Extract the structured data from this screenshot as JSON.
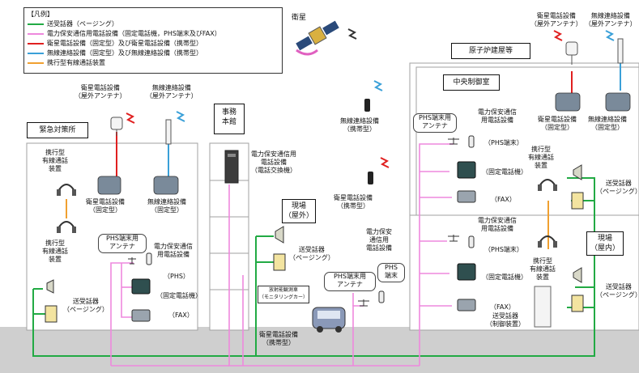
{
  "colors": {
    "paging": "#22aa44",
    "power_phone": "#ee88dd",
    "satellite": "#e02020",
    "wireless": "#3aa0d8",
    "portable": "#f0a030",
    "ground": "#cdcdcd"
  },
  "legend": {
    "title": "【凡例】",
    "items": [
      {
        "label": "送受話器（ページング）"
      },
      {
        "label": "電力保安通信用電話設備（固定電話機，PHS端末及びFAX）"
      },
      {
        "label": "衛星電話設備（固定型）及び衛星電話設備（携帯型）"
      },
      {
        "label": "無線連絡設備（固定型）及び無線連絡設備（携帯型）"
      },
      {
        "label": "携行型有線通話装置"
      }
    ]
  },
  "satellite": {
    "label": "衛星"
  },
  "emergency": {
    "title": "緊急対策所",
    "sat_antenna": "衛星電話設備\n（屋外アンテナ）",
    "wireless_antenna": "無線連絡設備\n（屋外アンテナ）",
    "portable_top": "携行型\n有線通話\n装置",
    "portable_bottom": "携行型\n有線通話\n装置",
    "sat_fixed": "衛星電話設備\n（固定型）",
    "wireless_fixed": "無線連絡設備\n（固定型）",
    "phs_antenna": "PHS端末用\nアンテナ",
    "power_phone": "電力保安通信\n用電話設備",
    "phs": "（PHS）",
    "fixed_phone": "（固定電話機）",
    "fax": "（FAX）",
    "paging": "送受話器\n（ページング）"
  },
  "office": {
    "title": "事務\n本館",
    "exchange": "電力保安通信用\n電話設備\n（電話交換機）"
  },
  "field_outdoor": {
    "wireless_portable": "無線連絡設備\n（携帯型）",
    "sat_portable": "衛星電話設備\n（携帯型）",
    "title": "現場\n（屋外）",
    "paging": "送受話器\n（ページング）",
    "power_phone": "電力保安\n通信用\n電話設備",
    "phs_antenna": "PHS端末用\nアンテナ",
    "phs_terminal": "PHS\n端末",
    "monitoring_car": "放射能観測車\n（モニタリングカー）",
    "sat_portable_bottom": "衛星電話設備\n（携帯型）"
  },
  "reactor": {
    "title": "原子炉建屋等",
    "sat_antenna": "衛星電話設備\n（屋外アンテナ）",
    "wireless_antenna": "無線連絡設備\n（屋外アンテナ）",
    "control_room": "中央制御室",
    "phs_antenna": "PHS端末用\nアンテナ",
    "power_phone_1": "電力保安通信\n用電話設備",
    "phs_1": "（PHS端末）",
    "fixed_1": "（固定電話機）",
    "fax_1": "（FAX）",
    "sat_fixed": "衛星電話設備\n（固定型）",
    "wireless_fixed": "無線連絡設備\n（固定型）",
    "portable_1": "携行型\n有線通話\n装置",
    "paging_1": "送受話器\n（ページング）",
    "power_phone_2": "電力保安通信\n用電話設備",
    "phs_2": "（PHS端末）",
    "fixed_2": "（固定電話機）",
    "fax_2": "（FAX）",
    "portable_2": "携行型\n有線通話\n装置",
    "field_indoor": "現場\n（屋内）",
    "paging_2": "送受話器\n（ページング）",
    "paging_control": "送受話器\n（制御装置）"
  }
}
